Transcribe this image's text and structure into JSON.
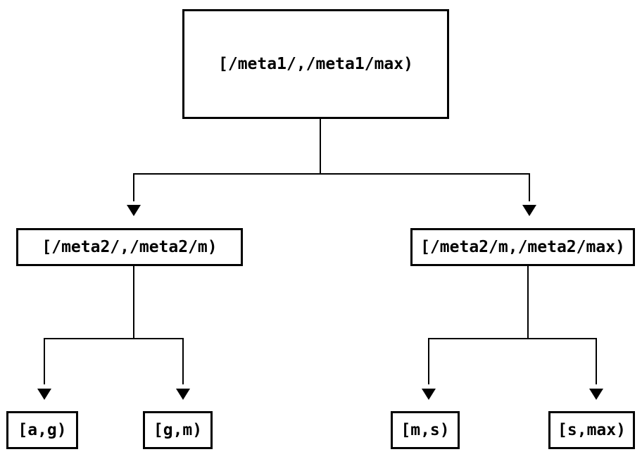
{
  "diagram": {
    "type": "tree",
    "background_color": "#ffffff",
    "line_color": "#000000",
    "box_border_color": "#000000",
    "nodes": {
      "root": {
        "label": "[/meta1/,/meta1/max)"
      },
      "left": {
        "label": "[/meta2/,/meta2/m)"
      },
      "right": {
        "label": "[/meta2/m,/meta2/max)"
      },
      "leaf_ag": {
        "label": "[a,g)"
      },
      "leaf_gm": {
        "label": "[g,m)"
      },
      "leaf_ms": {
        "label": "[m,s)"
      },
      "leaf_smax": {
        "label": "[s,max)"
      }
    },
    "edges": [
      {
        "from": "root",
        "to": "left"
      },
      {
        "from": "root",
        "to": "right"
      },
      {
        "from": "left",
        "to": "leaf_ag"
      },
      {
        "from": "left",
        "to": "leaf_gm"
      },
      {
        "from": "right",
        "to": "leaf_ms"
      },
      {
        "from": "right",
        "to": "leaf_smax"
      }
    ]
  }
}
